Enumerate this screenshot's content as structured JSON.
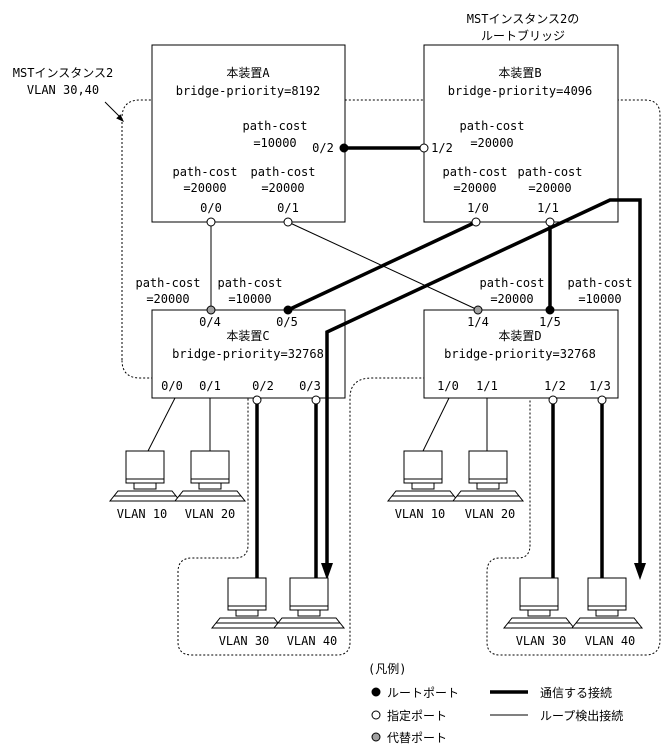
{
  "root_bridge_label": {
    "line1": "MSTインスタンス2の",
    "line2": "ルートブリッジ"
  },
  "region_label": {
    "line1": "MSTインスタンス2",
    "line2": "VLAN 30,40"
  },
  "device_a": {
    "name": "本装置A",
    "priority": "bridge-priority=8192",
    "port_0_2": {
      "label": "0/2",
      "cost_label": "path-cost",
      "cost_value": "=10000"
    },
    "port_0_0": {
      "label": "0/0",
      "cost_label": "path-cost",
      "cost_value": "=20000"
    },
    "port_0_1": {
      "label": "0/1",
      "cost_label": "path-cost",
      "cost_value": "=20000"
    }
  },
  "device_b": {
    "name": "本装置B",
    "priority": "bridge-priority=4096",
    "port_1_2": {
      "label": "1/2",
      "cost_label": "path-cost",
      "cost_value": "=20000"
    },
    "port_1_0": {
      "label": "1/0",
      "cost_label": "path-cost",
      "cost_value": "=20000"
    },
    "port_1_1": {
      "label": "1/1",
      "cost_label": "path-cost",
      "cost_value": "=20000"
    }
  },
  "device_c": {
    "name": "本装置C",
    "priority": "bridge-priority=32768",
    "port_0_4": {
      "label": "0/4",
      "cost_label": "path-cost",
      "cost_value": "=20000"
    },
    "port_0_5": {
      "label": "0/5",
      "cost_label": "path-cost",
      "cost_value": "=10000"
    },
    "port_0_0": {
      "label": "0/0"
    },
    "port_0_1": {
      "label": "0/1"
    },
    "port_0_2": {
      "label": "0/2"
    },
    "port_0_3": {
      "label": "0/3"
    }
  },
  "device_d": {
    "name": "本装置D",
    "priority": "bridge-priority=32768",
    "port_1_4": {
      "label": "1/4",
      "cost_label": "path-cost",
      "cost_value": "=20000"
    },
    "port_1_5": {
      "label": "1/5",
      "cost_label": "path-cost",
      "cost_value": "=10000"
    },
    "port_1_0": {
      "label": "1/0"
    },
    "port_1_1": {
      "label": "1/1"
    },
    "port_1_2": {
      "label": "1/2"
    },
    "port_1_3": {
      "label": "1/3"
    }
  },
  "terminals": {
    "c_vlan10": "VLAN 10",
    "c_vlan20": "VLAN 20",
    "d_vlan10": "VLAN 10",
    "d_vlan20": "VLAN 20",
    "c_vlan30": "VLAN 30",
    "c_vlan40": "VLAN 40",
    "d_vlan30": "VLAN 30",
    "d_vlan40": "VLAN 40"
  },
  "legend": {
    "title": "(凡例)",
    "root_port": "ルートポート",
    "designated_port": "指定ポート",
    "alternate_port": "代替ポート",
    "forwarding_link": "通信する接続",
    "loop_detection_link": "ループ検出接続"
  },
  "colors": {
    "root_port": "#000000",
    "designated_port": "#ffffff",
    "alternate_port": "#a0a0a0"
  }
}
